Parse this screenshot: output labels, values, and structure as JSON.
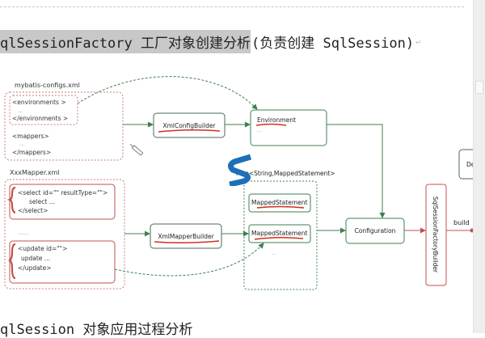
{
  "heading": {
    "highlighted": "qlSessionFactory 工厂对象创建分析",
    "rest": "(负责创建 SqlSession)",
    "para_mark": "↵"
  },
  "diagram": {
    "config_file": {
      "title": "mybatis-configs.xml",
      "env_open": "<environments >",
      "env_dots": "...",
      "env_close": "</environments >",
      "mappers_open": "<mappers>",
      "mappers_dots": "...",
      "mappers_close": "</mappers>"
    },
    "mapper_file": {
      "title": "XxxMapper.xml",
      "select_open": "<select id=\"\" resultType=\"\">",
      "select_body": "select ...",
      "select_close": "</select>",
      "middle_dots": "......",
      "update_open": "<update id=\"\">",
      "update_body": "update ...",
      "update_close": "</update>"
    },
    "xml_config_builder": "XmlConfigBuilder",
    "environment": {
      "title": "Environment",
      "dots": "..."
    },
    "map_label": "Map<String,MappedStatement>",
    "mapped_statements": [
      "MappedStatement",
      "MappedStatement"
    ],
    "mapped_dots": "...",
    "xml_mapper_builder": "XmlMapperBuilder",
    "configuration": "Configuration",
    "factory_builder": "SqlSessionFactoryBuilder",
    "build_label": "build",
    "default_box": "Def"
  },
  "bottom": {
    "heading": "qlSession 对象应用过程分析"
  },
  "colors": {
    "green": "#3f7f4f",
    "red": "#c0504d",
    "dashed_red": "#c97a7a",
    "underline": "#d03020"
  }
}
